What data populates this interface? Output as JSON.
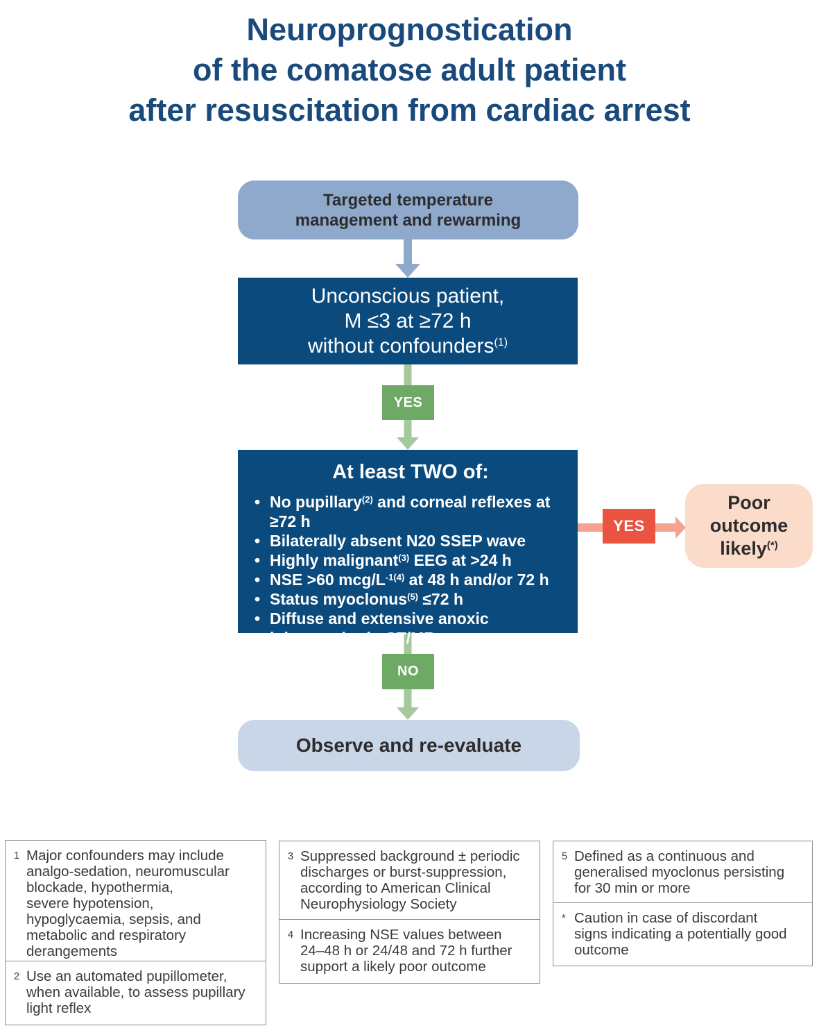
{
  "colors": {
    "title_blue": "#1A4A7C",
    "navy_box": "#0B4A7D",
    "steel_blue_box": "#8EA9CB",
    "pale_blue_box": "#C9D6E7",
    "green_label": "#6FA966",
    "pale_green_arrow": "#A5C89D",
    "red_label": "#E95340",
    "salmon_arrow": "#F4A38E",
    "peach_box": "#FBDCCB"
  },
  "title": {
    "lines": [
      "Neuroprognostication",
      "of the comatose adult patient",
      "after resuscitation from cardiac arrest"
    ]
  },
  "flowchart": {
    "ttm_box": {
      "lines": [
        "Targeted temperature",
        "management and rewarming"
      ]
    },
    "unconscious_box": {
      "lines": [
        "Unconscious patient,",
        "M ≤3 at ≥72 h"
      ],
      "line3_pre": "without confounders",
      "line3_sup": "(1)"
    },
    "yes1_label": "YES",
    "criteria_box": {
      "title": "At least TWO of:",
      "bullet_glyph": "•",
      "bullets": [
        {
          "pre": "No pupillary",
          "sup": "(2)",
          "post": " and corneal reflexes at ≥72 h"
        },
        {
          "pre": "Bilaterally absent N20 SSEP wave",
          "sup": "",
          "post": ""
        },
        {
          "pre": "Highly malignant",
          "sup": "(3)",
          "post": " EEG at >24 h"
        },
        {
          "pre": "NSE >60 mcg/L",
          "sup": "-1(4)",
          "post": " at 48 h and/or 72 h"
        },
        {
          "pre": "Status myoclonus",
          "sup": "(5)",
          "post": " ≤72 h"
        },
        {
          "pre": "Diffuse and extensive anoxic",
          "sup": "",
          "post": "",
          "line2": "injury on brain CT/MR"
        }
      ]
    },
    "yes2_label": "YES",
    "no_label": "NO",
    "poor_outcome_box": {
      "lines": [
        "Poor",
        "outcome"
      ],
      "line3_pre": "likely",
      "line3_sup": "(*)"
    },
    "observe_box": {
      "label": "Observe and re-evaluate"
    }
  },
  "footnotes": {
    "col1": [
      {
        "marker": "1",
        "lines": [
          "Major confounders may include",
          "analgo-sedation, neuromuscular",
          "blockade, hypothermia,",
          "severe hypotension,",
          "hypoglycaemia, sepsis, and",
          "metabolic and respiratory",
          "derangements"
        ]
      },
      {
        "marker": "2",
        "lines": [
          "Use an automated pupillometer,",
          "when available, to assess pupillary",
          "light reflex"
        ]
      }
    ],
    "col2": [
      {
        "marker": "3",
        "lines": [
          "Suppressed background ± periodic",
          "discharges or burst-suppression,",
          "according to American Clinical",
          "Neurophysiology Society"
        ]
      },
      {
        "marker": "4",
        "lines": [
          "Increasing NSE values between",
          "24–48 h or 24/48 and 72 h further",
          "support a likely poor outcome"
        ]
      }
    ],
    "col3": [
      {
        "marker": "5",
        "lines": [
          "Defined as a continuous and",
          "generalised myoclonus persisting",
          "for 30 min or more"
        ]
      },
      {
        "marker": "*",
        "lines": [
          "Caution in case of discordant",
          "signs indicating a potentially good",
          "outcome"
        ]
      }
    ]
  }
}
